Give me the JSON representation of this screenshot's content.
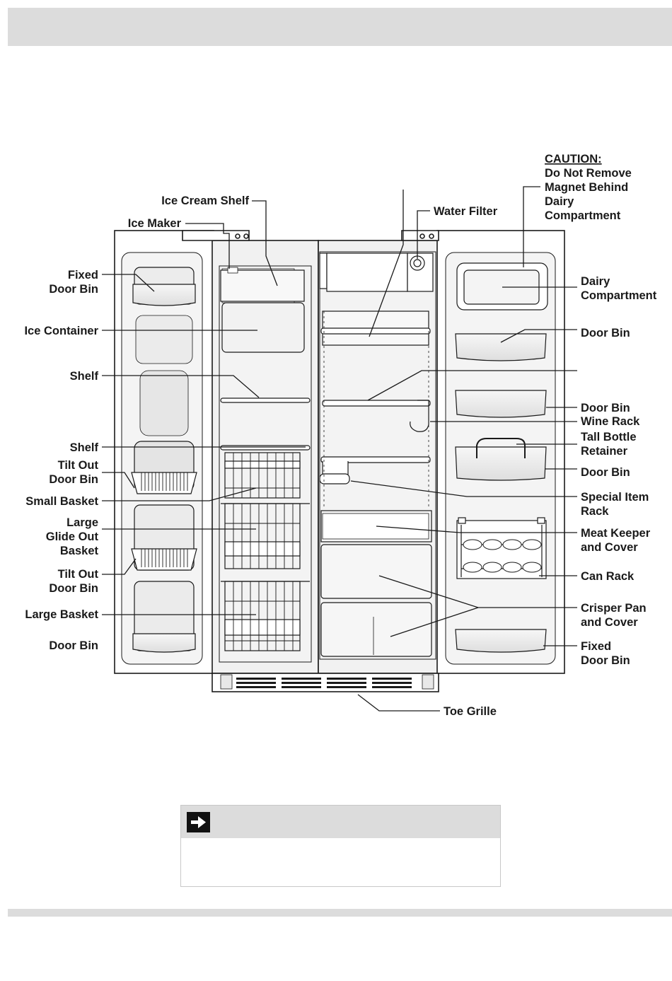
{
  "labels": {
    "fixed_door_bin_left": [
      "Fixed",
      "Door Bin"
    ],
    "ice_container": "Ice Container",
    "shelf_upper": "Shelf",
    "shelf_lower": "Shelf",
    "tilt_out_door_bin_upper": [
      "Tilt Out",
      "Door Bin"
    ],
    "small_basket": "Small Basket",
    "large_glide_out_basket": [
      "Large",
      "Glide Out",
      "Basket"
    ],
    "tilt_out_door_bin_lower": [
      "Tilt Out",
      "Door Bin"
    ],
    "large_basket": "Large Basket",
    "door_bin_bottom_left": "Door Bin",
    "ice_cream_shelf": "Ice Cream Shelf",
    "ice_maker": "Ice Maker",
    "water_filter": "Water Filter",
    "caution": [
      "CAUTION:",
      "Do Not Remove",
      "Magnet Behind",
      "Dairy",
      "Compartment"
    ],
    "dairy_compartment": [
      "Dairy",
      "Compartment"
    ],
    "door_bin_1": "Door Bin",
    "door_bin_2": "Door Bin",
    "wine_rack": "Wine Rack",
    "tall_bottle_retainer": [
      "Tall Bottle",
      "Retainer"
    ],
    "door_bin_3": "Door Bin",
    "special_item_rack": [
      "Special Item",
      "Rack"
    ],
    "meat_keeper": [
      "Meat Keeper",
      "and Cover"
    ],
    "can_rack": "Can Rack",
    "crisper_pan": [
      "Crisper Pan",
      "and Cover"
    ],
    "fixed_door_bin_right": [
      "Fixed",
      "Door Bin"
    ],
    "toe_grille": "Toe Grille"
  },
  "colors": {
    "header_bar": "#dcdcdc",
    "line": "#1a1a1a",
    "fill": "#f0f0f0"
  },
  "note": {
    "icon": "arrow-right-icon"
  }
}
